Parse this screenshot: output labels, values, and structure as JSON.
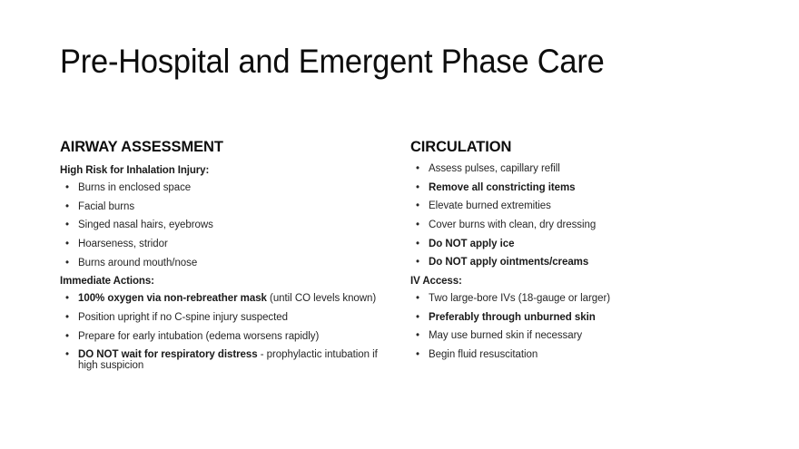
{
  "slide": {
    "title": "Pre-Hospital and Emergent Phase Care",
    "bullet_glyph": "•"
  },
  "columns": {
    "left": {
      "heading": "AIRWAY ASSESSMENT",
      "groups": [
        {
          "sub_heading": "High Risk for Inhalation Injury:",
          "items": [
            {
              "bold": "",
              "rest": "Burns in enclosed space"
            },
            {
              "bold": "",
              "rest": "Facial burns"
            },
            {
              "bold": "",
              "rest": "Singed nasal hairs, eyebrows"
            },
            {
              "bold": "",
              "rest": "Hoarseness, stridor"
            },
            {
              "bold": "",
              "rest": "Burns around mouth/nose"
            }
          ]
        },
        {
          "sub_heading": "Immediate Actions:",
          "items": [
            {
              "bold": "100% oxygen via non-rebreather mask",
              "rest": " (until CO levels known)"
            },
            {
              "bold": "",
              "rest": "Position upright if no C-spine injury suspected"
            },
            {
              "bold": "",
              "rest": "Prepare for early intubation (edema worsens rapidly)"
            },
            {
              "bold": "DO NOT wait for respiratory distress",
              "rest": " - prophylactic intubation if high suspicion"
            }
          ]
        }
      ]
    },
    "right": {
      "heading": "CIRCULATION",
      "groups": [
        {
          "sub_heading": "",
          "items": [
            {
              "bold": "",
              "rest": "Assess pulses, capillary refill"
            },
            {
              "bold": "Remove all constricting items",
              "rest": ""
            },
            {
              "bold": "",
              "rest": "Elevate burned extremities"
            },
            {
              "bold": "",
              "rest": "Cover burns with clean, dry dressing"
            },
            {
              "bold": "Do NOT apply ice",
              "rest": ""
            },
            {
              "bold": "Do NOT apply ointments/creams",
              "rest": ""
            }
          ]
        },
        {
          "sub_heading": "IV Access:",
          "items": [
            {
              "bold": "",
              "rest": "Two large-bore IVs (18-gauge or larger)"
            },
            {
              "bold": "Preferably through unburned skin",
              "rest": ""
            },
            {
              "bold": "",
              "rest": "May use burned skin if necessary"
            },
            {
              "bold": "",
              "rest": "Begin fluid resuscitation"
            }
          ]
        }
      ]
    }
  }
}
